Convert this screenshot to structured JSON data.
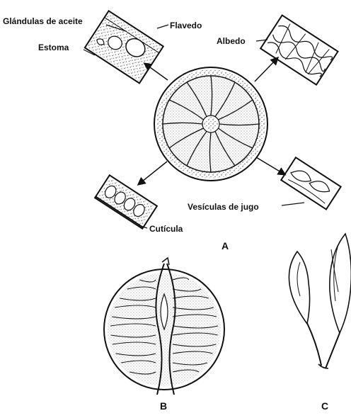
{
  "figure": {
    "labels": {
      "glandulas": "Glándulas de aceite",
      "flavedo": "Flavedo",
      "estoma": "Estoma",
      "albedo": "Albedo",
      "vesiculas": "Vesículas de jugo",
      "cuticula": "Cutícula"
    },
    "panels": {
      "a": "A",
      "b": "B",
      "c": "C"
    }
  },
  "colors": {
    "ink": "#111111",
    "paper": "#ffffff",
    "stipple": "#555555"
  }
}
